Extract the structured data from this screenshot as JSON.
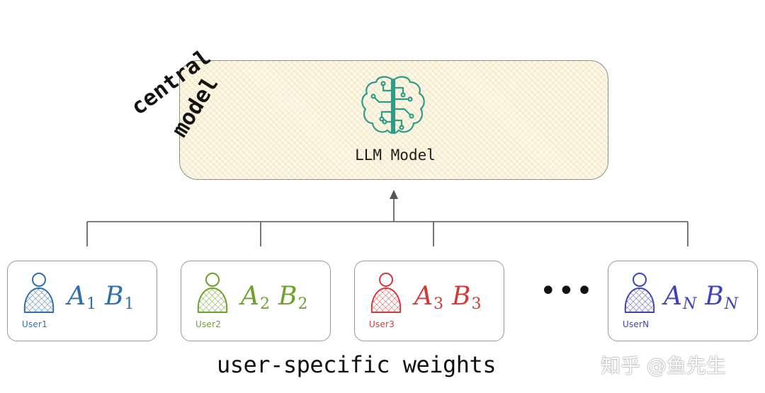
{
  "central": {
    "note_line1": "central",
    "note_line2": "model",
    "label": "LLM Model",
    "icon": "brain-circuit-icon",
    "icon_color": "#2f9c8a"
  },
  "users": [
    {
      "name": "User1",
      "a": "A",
      "b": "B",
      "sub": "1",
      "color": "#2f6fb0",
      "icon": "person-icon"
    },
    {
      "name": "User2",
      "a": "A",
      "b": "B",
      "sub": "2",
      "color": "#6ca12b",
      "icon": "person-icon"
    },
    {
      "name": "User3",
      "a": "A",
      "b": "B",
      "sub": "3",
      "color": "#d23a3a",
      "icon": "person-icon"
    },
    {
      "name": "UserN",
      "a": "A",
      "b": "B",
      "sub": "N",
      "color": "#3f44b5",
      "icon": "person-icon"
    }
  ],
  "ellipsis": "•••",
  "caption": "user-specific weights",
  "watermark": "知乎 @鱼先生",
  "colors": {
    "connector": "#555555",
    "box_border": "#8f8f8f"
  }
}
